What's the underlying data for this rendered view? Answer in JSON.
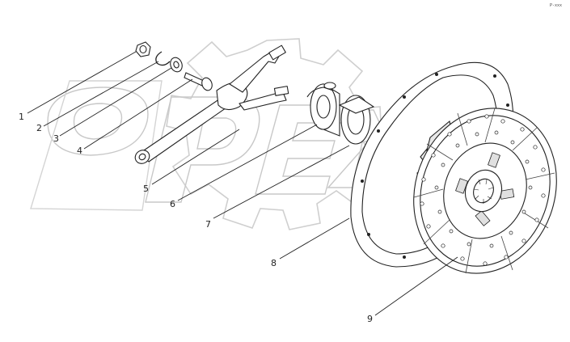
{
  "watermark": {
    "logo_text": "OPEX"
  },
  "corner_mark": "P-xxx",
  "callouts": [
    "1",
    "2",
    "3",
    "4",
    "5",
    "6",
    "7",
    "8",
    "9"
  ],
  "colors": {
    "ink": "#222222",
    "watermark": "#c8c8c8"
  }
}
